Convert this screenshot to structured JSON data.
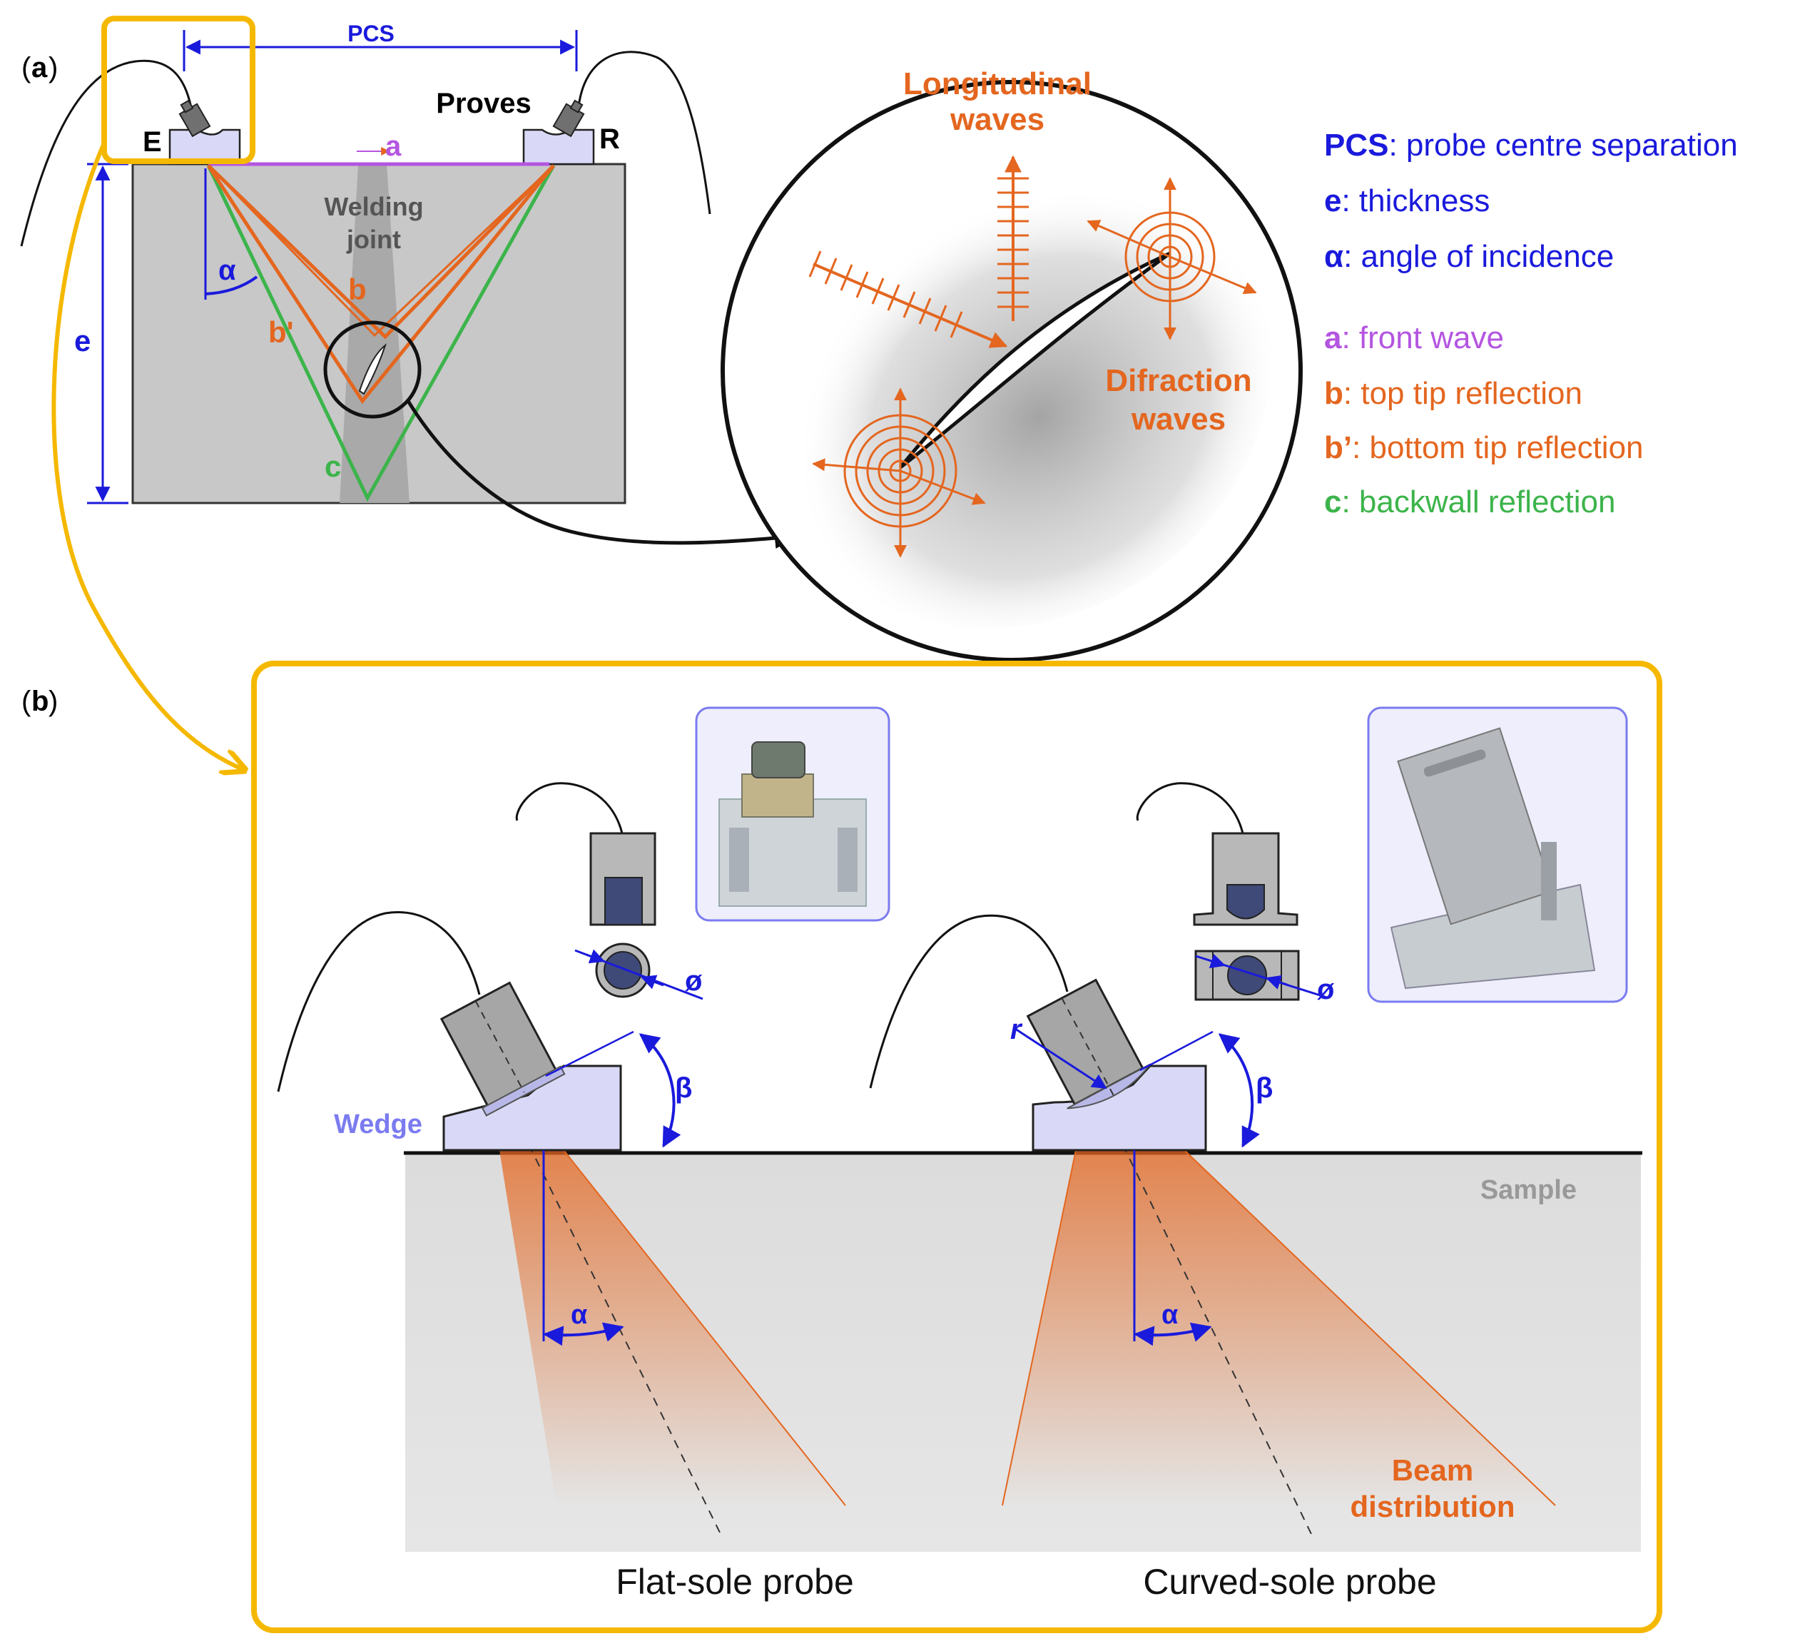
{
  "panel_a": {
    "label_open": "(",
    "label_letter": "a",
    "label_close": ")",
    "pcs": "PCS",
    "proves": "Proves",
    "emitter": "E",
    "receiver": "R",
    "welding_1": "Welding",
    "welding_2": "joint",
    "thickness": "e",
    "alpha": "α",
    "path_a": "a",
    "path_b": "b",
    "path_b_prime": "b'",
    "path_c": "c"
  },
  "zoom": {
    "longitudinal_1": "Longitudinal",
    "longitudinal_2": "waves",
    "difraction_1": "Difraction",
    "difraction_2": "waves"
  },
  "legend": [
    {
      "key": "PCS",
      "text": ": probe centre separation",
      "color": "#1a1adc"
    },
    {
      "key": "e",
      "text": ": thickness",
      "color": "#1a1adc"
    },
    {
      "key": "α",
      "text": ": angle of incidence",
      "color": "#1a1adc"
    },
    {
      "key": "a",
      "text": ": front wave",
      "color": "#b455e0"
    },
    {
      "key": "b",
      "text": ": top tip reflection",
      "color": "#e4661f"
    },
    {
      "key": "b’",
      "text": ": bottom tip reflection",
      "color": "#e4661f"
    },
    {
      "key": "c",
      "text": ": backwall reflection",
      "color": "#3cb44b"
    }
  ],
  "panel_b": {
    "label_open": "(",
    "label_letter": "b",
    "label_close": ")",
    "wedge": "Wedge",
    "sample": "Sample",
    "beta": "β",
    "alpha": "α",
    "diameter": "ø",
    "radius": "r",
    "beam_1": "Beam",
    "beam_2": "distribution",
    "flat_caption": "Flat-sole probe",
    "curved_caption": "Curved-sole probe"
  },
  "colors": {
    "blue": "#1a1adc",
    "orange": "#e4661f",
    "purple": "#b455e0",
    "green": "#3cb44b",
    "yellow": "#f5b800",
    "gray_block": "#c8c8c8",
    "wedge": "#d9d9f7"
  }
}
